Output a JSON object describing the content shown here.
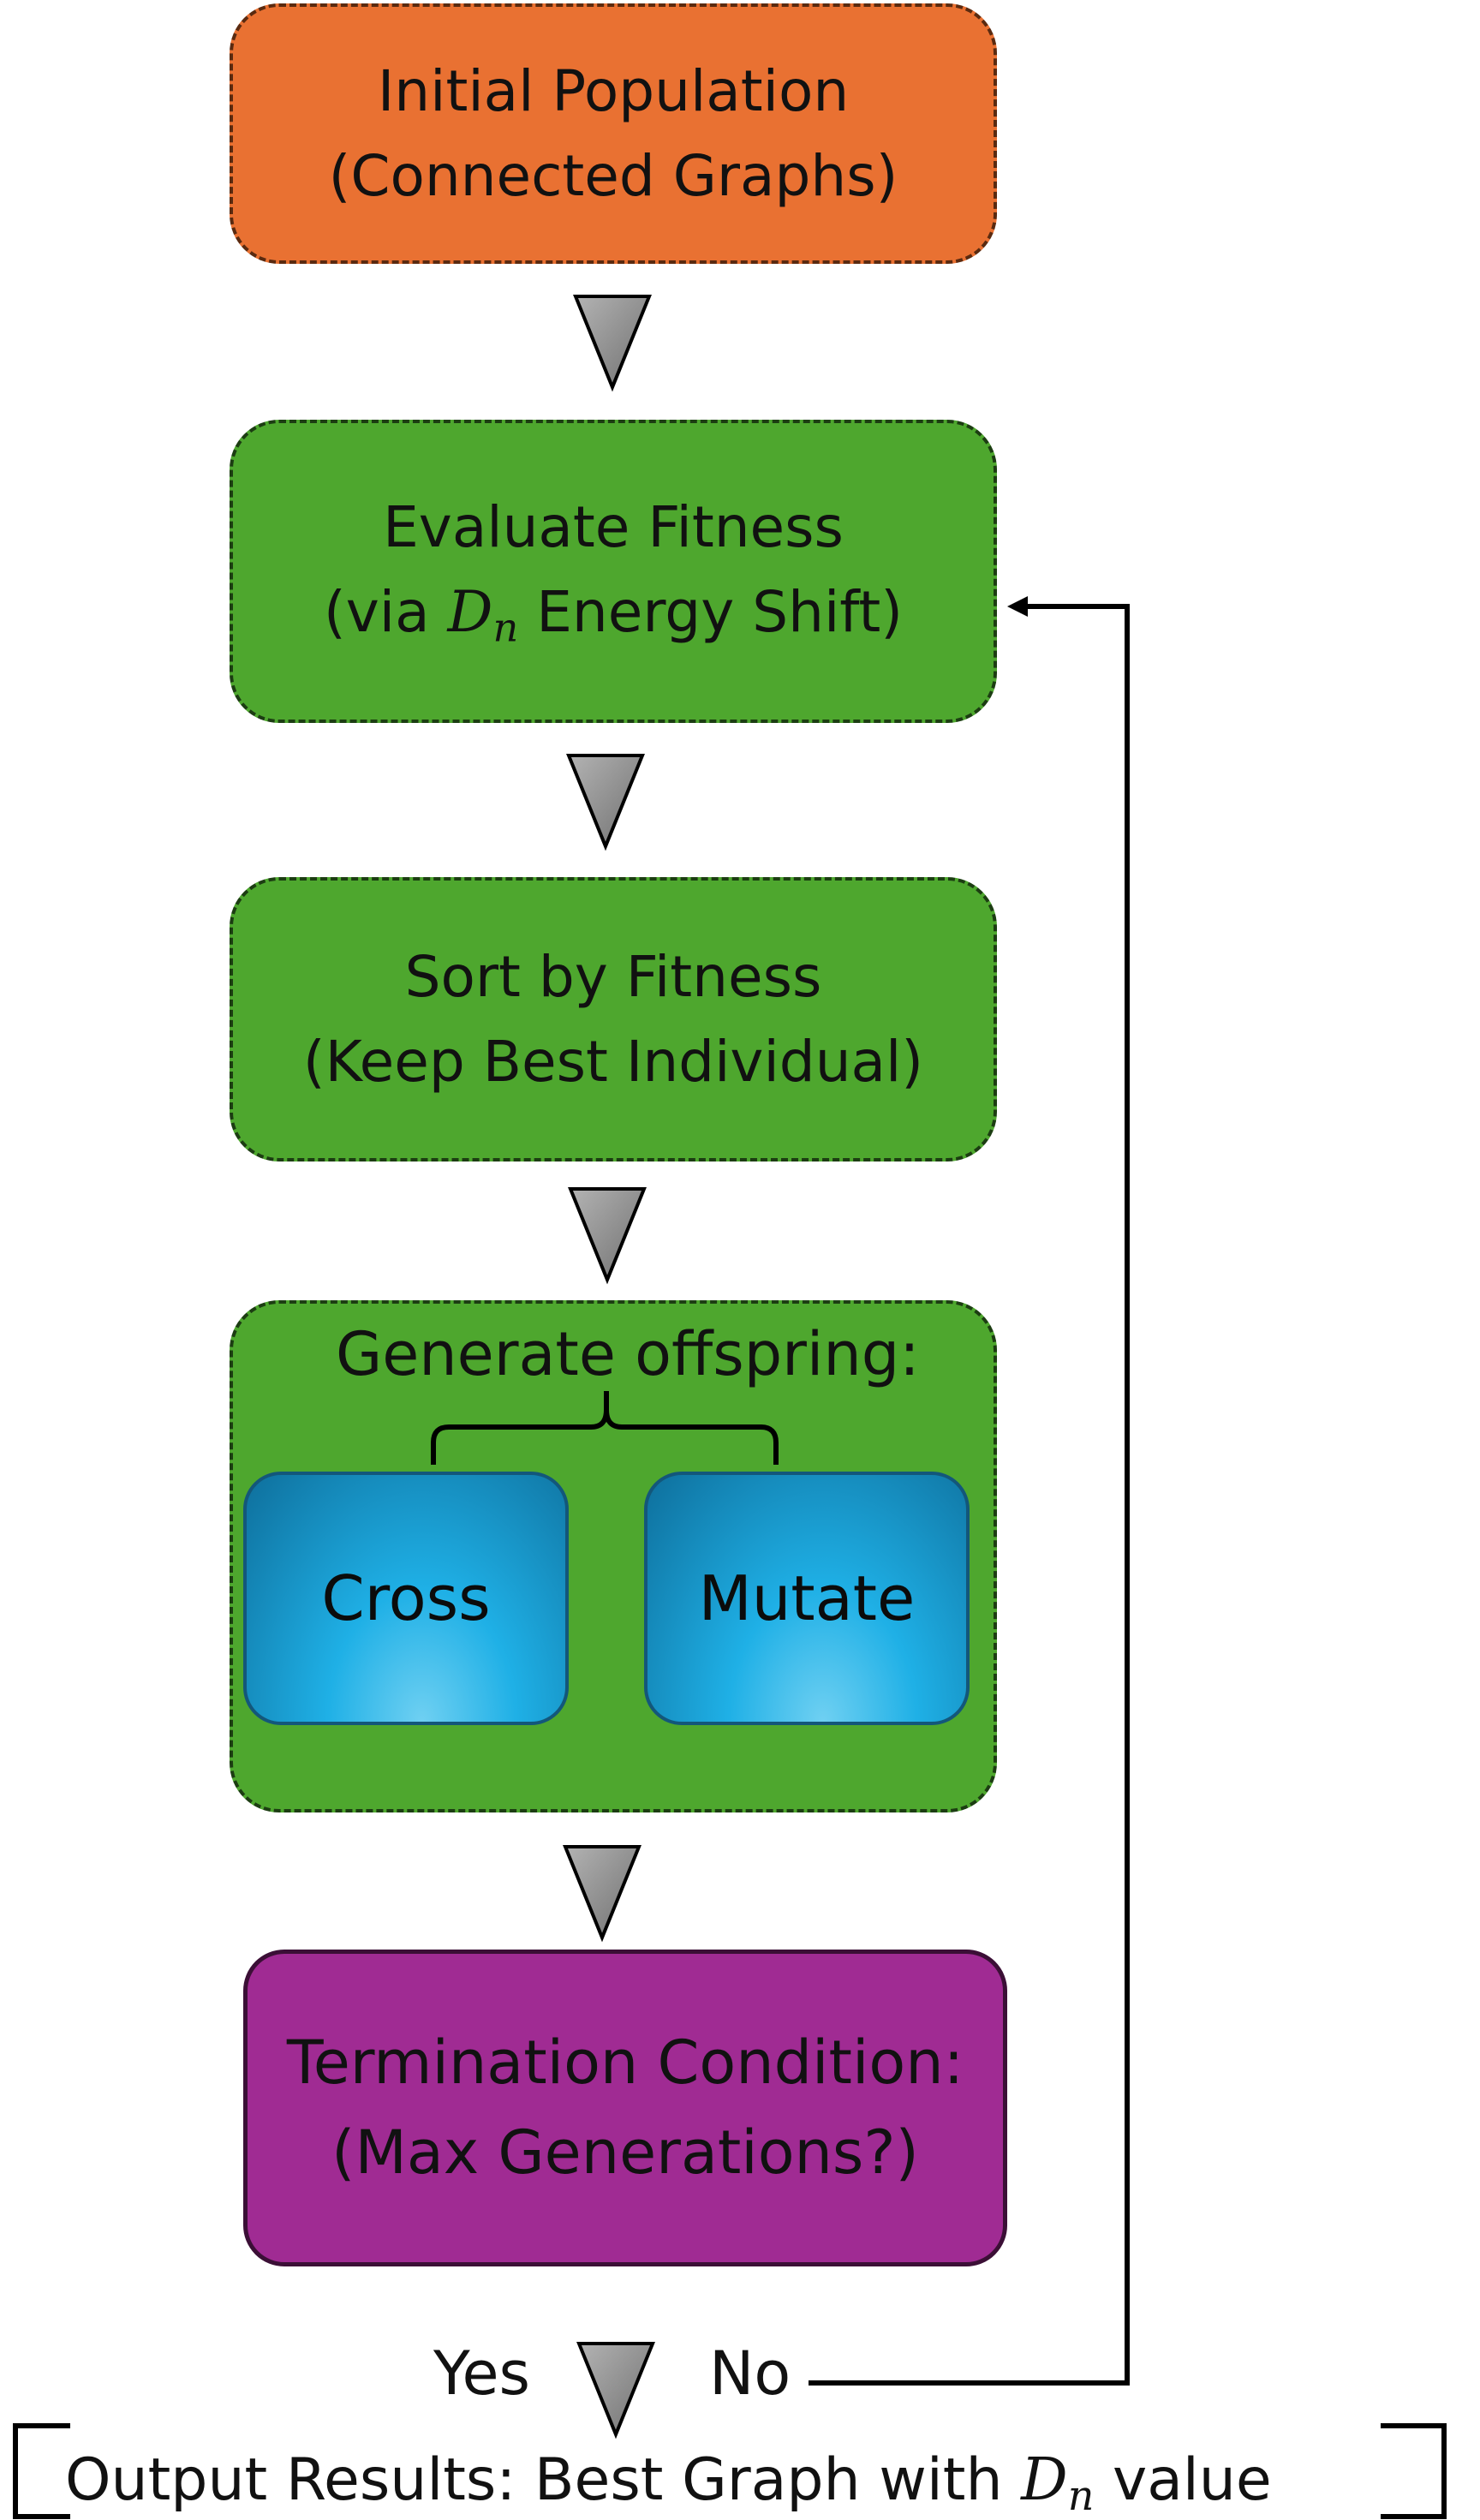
{
  "steps": {
    "initial": {
      "line1": "Initial Population",
      "line2": "(Connected Graphs)"
    },
    "evaluate": {
      "line1": "Evaluate Fitness",
      "line2_prefix": "(via ",
      "symbol_base": "D",
      "symbol_sub": "n",
      "line2_suffix": " Energy Shift)"
    },
    "sort": {
      "line1": "Sort by Fitness",
      "line2": "(Keep Best Individual)"
    },
    "generate": {
      "title": "Generate offspring:",
      "cross_label": "Cross",
      "mutate_label": "Mutate"
    },
    "termination": {
      "line1": "Termination Condition:",
      "line2": "(Max Generations?)"
    }
  },
  "branches": {
    "yes_label": "Yes",
    "no_label": "No"
  },
  "output": {
    "prefix": "Output Results: Best Graph with ",
    "symbol_base": "D",
    "symbol_sub": "n",
    "suffix": " value"
  },
  "colors": {
    "initial_fill": "#e97132",
    "step_fill": "#4ea72e",
    "termination_fill": "#a02b93",
    "operator_fill": "#1fb0e6",
    "arrow_fill": "#8c8c8c",
    "connector": "#000000"
  }
}
